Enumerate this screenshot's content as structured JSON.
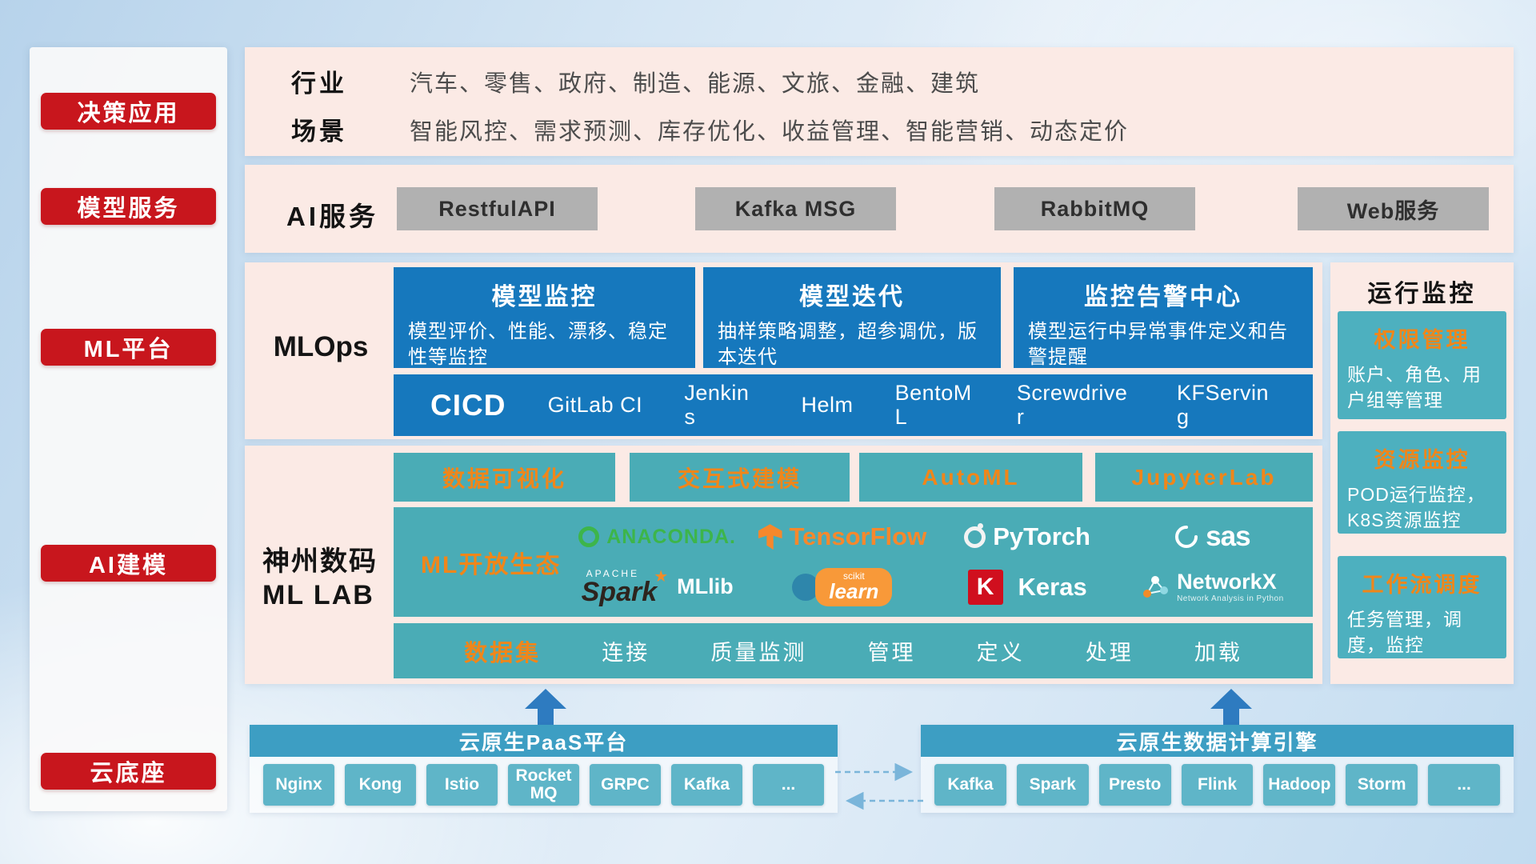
{
  "sidebar": {
    "items": [
      {
        "label": "决策应用"
      },
      {
        "label": "模型服务"
      },
      {
        "label": "ML平台"
      },
      {
        "label": "AI建模"
      },
      {
        "label": "云底座"
      }
    ]
  },
  "industry_panel": {
    "row1_label": "行业",
    "row1_text": "汽车、零售、政府、制造、能源、文旅、金融、建筑",
    "row2_label": "场景",
    "row2_text": "智能风控、需求预测、库存优化、收益管理、智能营销、动态定价"
  },
  "ai_service_panel": {
    "label": "AI服务",
    "buttons": [
      "RestfulAPI",
      "Kafka MSG",
      "RabbitMQ",
      "Web服务"
    ]
  },
  "mlops_panel": {
    "label": "MLOps",
    "cards": [
      {
        "title": "模型监控",
        "desc": "模型评价、性能、漂移、稳定性等监控"
      },
      {
        "title": "模型迭代",
        "desc": "抽样策略调整，超参调优，版本迭代"
      },
      {
        "title": "监控告警中心",
        "desc": "模型运行中异常事件定义和告警提醒"
      }
    ],
    "cicd_label": "CICD",
    "cicd_tools": [
      "GitLab CI",
      "Jenkins",
      "Helm",
      "BentoML",
      "Screwdriver",
      "KFServing"
    ]
  },
  "mllab_panel": {
    "label_line1": "神州数码",
    "label_line2": "ML LAB",
    "feature_boxes": [
      "数据可视化",
      "交互式建模",
      "AutoML",
      "JupyterLab"
    ],
    "ecosystem": {
      "label": "ML开放生态",
      "anaconda": "ANACONDA.",
      "tensorflow": "TensorFlow",
      "pytorch": "PyTorch",
      "sas": "sas",
      "apache": "APACHE",
      "spark": "Spark",
      "mllib": "MLlib",
      "scikit": "scikit",
      "learn": "learn",
      "keras_k": "K",
      "keras": "Keras",
      "networkx": "NetworkX",
      "networkx_sub": "Network Analysis in Python"
    },
    "dataset": {
      "label": "数据集",
      "items": [
        "连接",
        "质量监测",
        "管理",
        "定义",
        "处理",
        "加载"
      ]
    }
  },
  "monitor_panel": {
    "title": "运行监控",
    "cards": [
      {
        "title": "权限管理",
        "desc": "账户、角色、用户组等管理"
      },
      {
        "title": "资源监控",
        "desc": "POD运行监控，K8S资源监控"
      },
      {
        "title": "工作流调度",
        "desc": "任务管理，调度，监控"
      }
    ]
  },
  "bottom": {
    "paas": {
      "title": "云原生PaaS平台",
      "items": [
        "Nginx",
        "Kong",
        "Istio",
        "RocketMQ",
        "GRPC",
        "Kafka",
        "..."
      ]
    },
    "engine": {
      "title": "云原生数据计算引擎",
      "items": [
        "Kafka",
        "Spark",
        "Presto",
        "Flink",
        "Hadoop",
        "Storm",
        "..."
      ]
    }
  },
  "colors": {
    "accent_red": "#c8161d",
    "panel_pink": "#fbeae5",
    "box_blue": "#1678bd",
    "box_teal": "#4aacb6",
    "accent_orange": "#f0861a",
    "bar_blue": "#3d9ec3",
    "chip_teal": "#5fb5c8",
    "gray_button": "#b1b1b1"
  }
}
